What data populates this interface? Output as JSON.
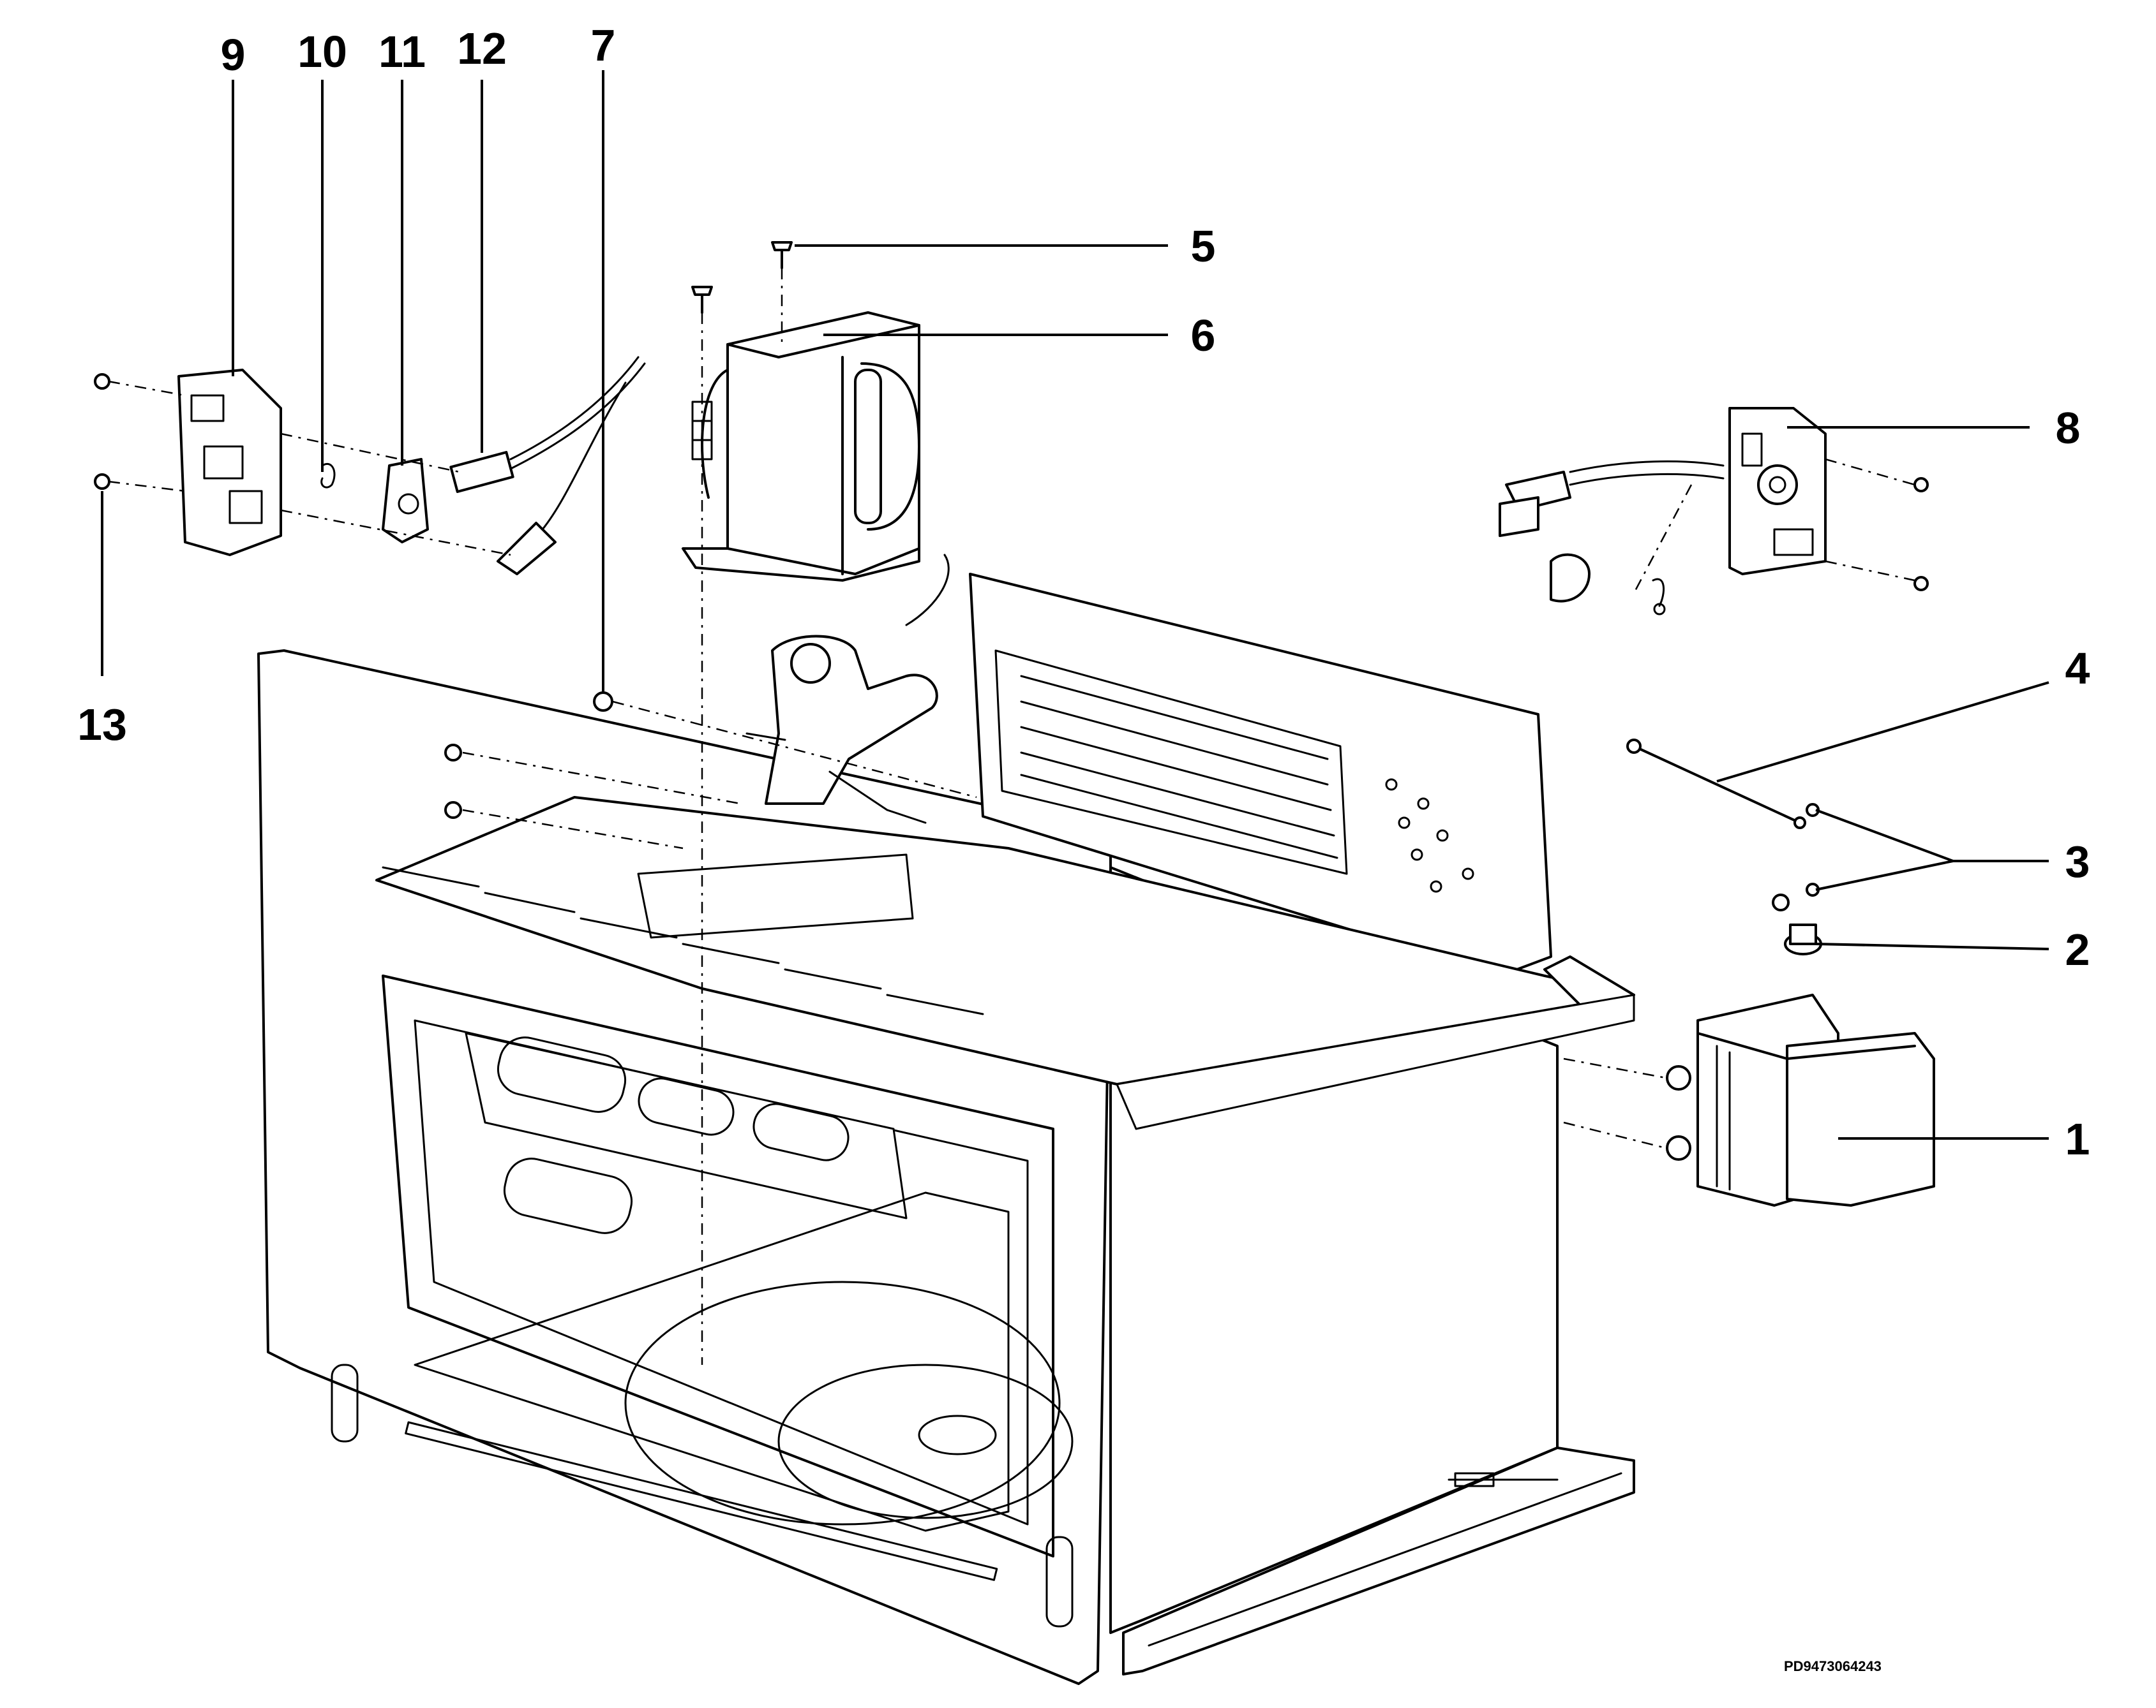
{
  "diagram": {
    "reference_code": "PD9473064243",
    "callouts": [
      {
        "label": "1"
      },
      {
        "label": "2"
      },
      {
        "label": "3"
      },
      {
        "label": "4"
      },
      {
        "label": "5"
      },
      {
        "label": "6"
      },
      {
        "label": "7"
      },
      {
        "label": "8"
      },
      {
        "label": "9"
      },
      {
        "label": "10"
      },
      {
        "label": "11"
      },
      {
        "label": "12"
      },
      {
        "label": "13"
      }
    ]
  }
}
